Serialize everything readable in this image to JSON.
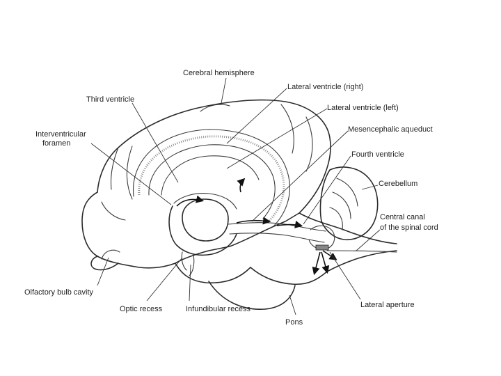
{
  "diagram": {
    "labels": {
      "cerebral_hemisphere": "Cerebral hemisphere",
      "lateral_ventricle_right": "Lateral ventricle (right)",
      "third_ventricle": "Third ventricle",
      "lateral_ventricle_left": "Lateral ventricle (left)",
      "interventricular_foramen_line1": "Interventricular",
      "interventricular_foramen_line2": "foramen",
      "mesencephalic_aqueduct": "Mesencephalic aqueduct",
      "fourth_ventricle": "Fourth ventricle",
      "cerebellum": "Cerebellum",
      "central_canal_line1": "Central canal",
      "central_canal_line2": "of the spinal cord",
      "olfactory_bulb_cavity": "Olfactory bulb cavity",
      "optic_recess": "Optic recess",
      "infundibular_recess": "Infundibular recess",
      "lateral_aperture": "Lateral aperture",
      "pons": "Pons"
    }
  }
}
